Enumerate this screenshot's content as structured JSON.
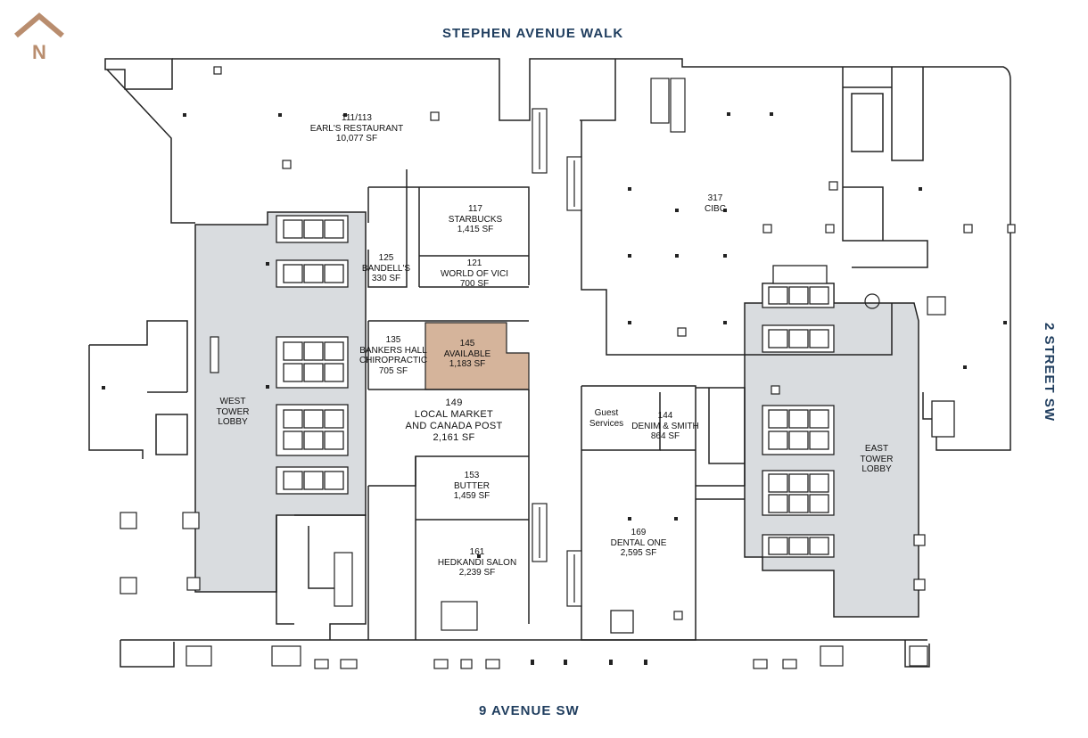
{
  "colors": {
    "wall": "#222222",
    "lobby_fill": "#d9dcdf",
    "available_fill": "#d5b49b",
    "street_text": "#1f3d5e",
    "north_arrow": "#b98d6e"
  },
  "icons": {
    "north": "north-arrow-icon"
  },
  "streets": {
    "top": "STEPHEN AVENUE WALK",
    "bottom": "9 AVENUE SW",
    "right": "2 STREET SW"
  },
  "north_label": "N",
  "units": [
    {
      "id": "111-113",
      "lines": [
        "111/113",
        "EARL'S RESTAURANT",
        "10,077 SF"
      ]
    },
    {
      "id": "117",
      "lines": [
        "117",
        "STARBUCKS",
        "1,415 SF"
      ]
    },
    {
      "id": "125",
      "lines": [
        "125",
        "BANDELL'S",
        "330 SF"
      ]
    },
    {
      "id": "121",
      "lines": [
        "121",
        "WORLD OF VICI",
        "700 SF"
      ]
    },
    {
      "id": "135",
      "lines": [
        "135",
        "BANKERS HALL",
        "CHIROPRACTIC",
        "705 SF"
      ]
    },
    {
      "id": "145",
      "lines": [
        "145",
        "AVAILABLE",
        "1,183 SF"
      ]
    },
    {
      "id": "149",
      "lines": [
        "149",
        "LOCAL MARKET",
        "AND CANADA POST",
        "2,161 SF"
      ]
    },
    {
      "id": "153",
      "lines": [
        "153",
        "BUTTER",
        "1,459 SF"
      ]
    },
    {
      "id": "161",
      "lines": [
        "161",
        "HEDKANDI SALON",
        "2,239 SF"
      ]
    },
    {
      "id": "317",
      "lines": [
        "317",
        "CIBC"
      ]
    },
    {
      "id": "guest",
      "lines": [
        "Guest",
        "Services"
      ]
    },
    {
      "id": "144",
      "lines": [
        "144",
        "DENIM & SMITH",
        "864 SF"
      ]
    },
    {
      "id": "169",
      "lines": [
        "169",
        "DENTAL ONE",
        "2,595 SF"
      ]
    },
    {
      "id": "west-lobby",
      "lines": [
        "WEST",
        "TOWER",
        "LOBBY"
      ]
    },
    {
      "id": "east-lobby",
      "lines": [
        "EAST",
        "TOWER",
        "LOBBY"
      ]
    }
  ]
}
